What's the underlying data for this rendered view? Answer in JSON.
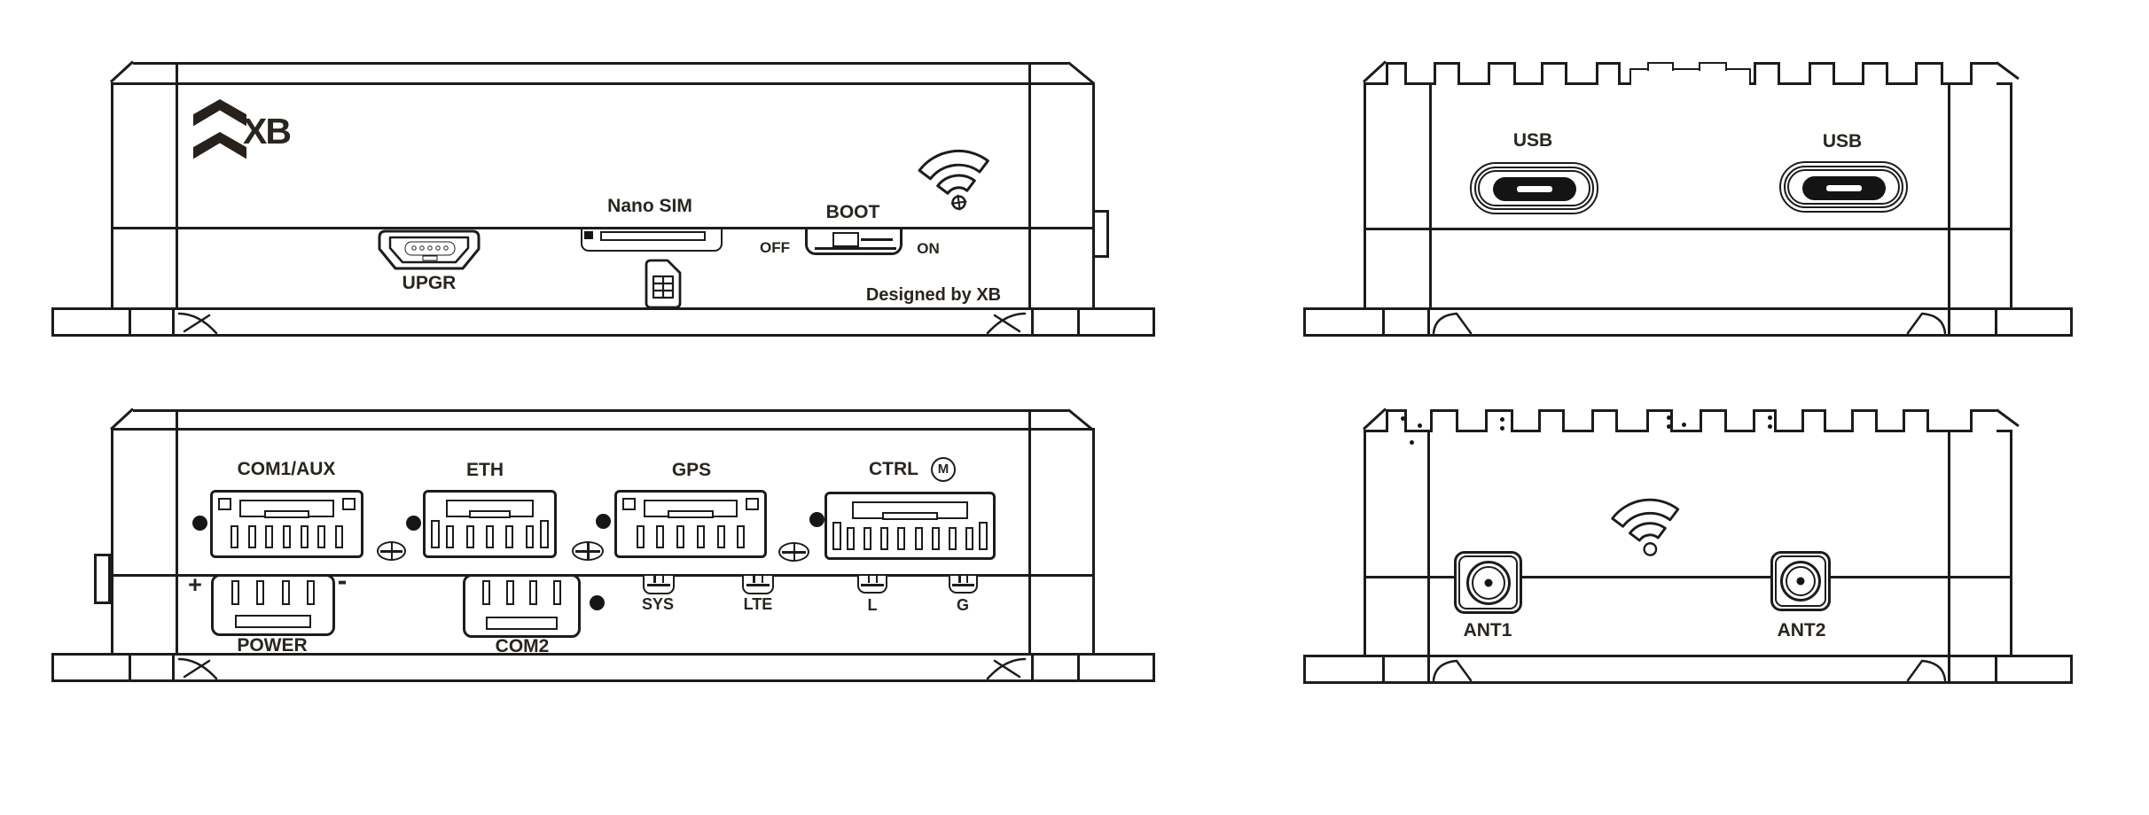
{
  "drawing": {
    "front_top": {
      "logo": "XB",
      "nano_sim": "Nano SIM",
      "upgr": "UPGR",
      "boot": "BOOT",
      "off": "OFF",
      "on": "ON",
      "designed_by": "Designed by XB"
    },
    "rear_top": {
      "usb_left": "USB",
      "usb_right": "USB"
    },
    "front_bottom": {
      "com1_aux": "COM1/AUX",
      "eth": "ETH",
      "gps": "GPS",
      "ctrl": "CTRL",
      "motor": "M",
      "power": "POWER",
      "com2": "COM2",
      "plus": "+",
      "minus": "-",
      "sys": "SYS",
      "lte": "LTE",
      "led_l": "L",
      "led_g": "G"
    },
    "rear_bottom": {
      "ant1": "ANT1",
      "ant2": "ANT2"
    }
  },
  "colors": {
    "line": "#1c1c1c",
    "text": "#29251f",
    "background": "#ffffff"
  }
}
